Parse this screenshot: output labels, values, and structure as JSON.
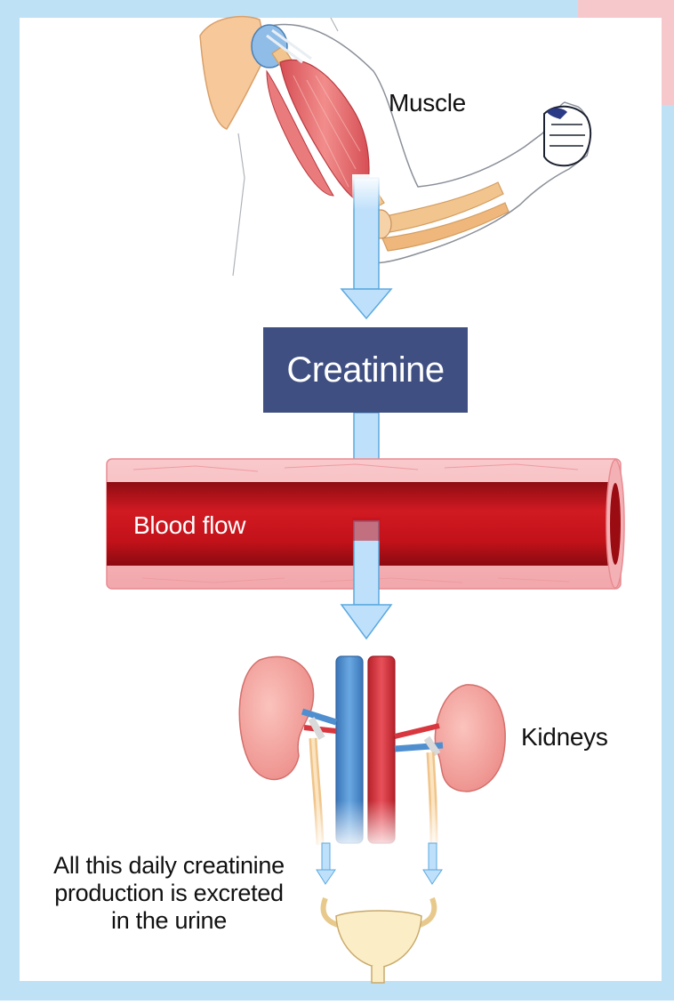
{
  "labels": {
    "muscle": "Muscle",
    "creatinine": "Creatinine",
    "blood_flow": "Blood flow",
    "kidneys": "Kidneys",
    "excretion_lines": [
      "All this daily creatinine",
      "production is excreted",
      "in the urine"
    ]
  },
  "colors": {
    "frame_border": "#bfe1f5",
    "box_fill": "#3f4f82",
    "arrow_fill": "#bfe0fa",
    "arrow_stroke": "#5aa9e0",
    "blood": "#c5121b",
    "vessel_wall": "#f6b4b8",
    "vein_blue": "#4f8fd0",
    "artery_red": "#d8373f",
    "kidney_pink": "#f29a96",
    "bladder": "#fbeec7",
    "muscle_red": "#e8676a",
    "bone": "#f2c58f"
  }
}
